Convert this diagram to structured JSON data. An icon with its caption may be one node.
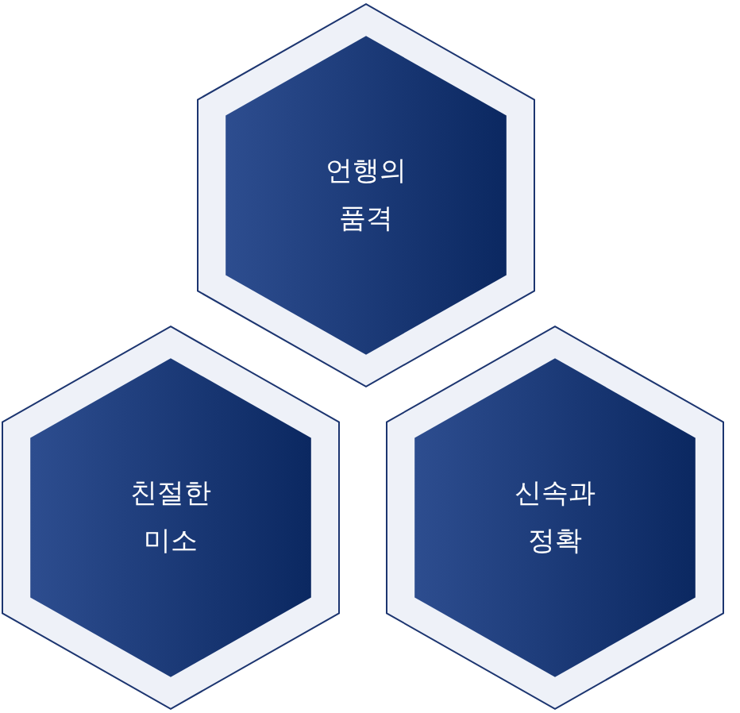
{
  "diagram": {
    "nodes": [
      {
        "text": [
          "언행의 품격"
        ]
      },
      {
        "text": [
          "친절한 미소"
        ]
      },
      {
        "text": [
          "신속과 정확"
        ]
      }
    ]
  }
}
